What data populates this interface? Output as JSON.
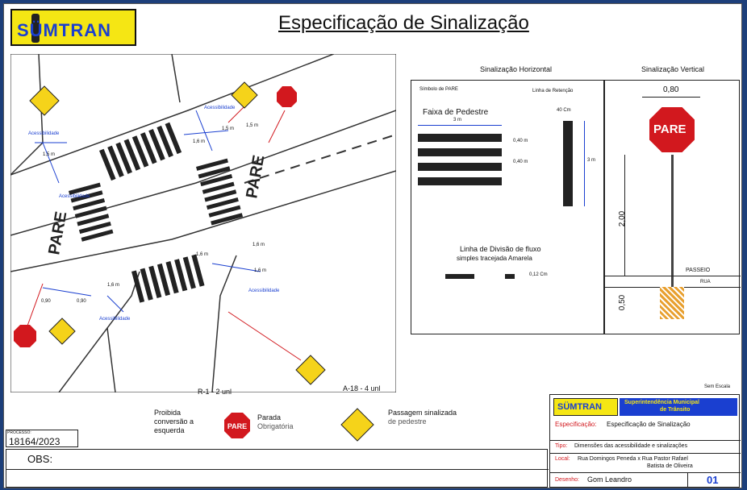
{
  "header": {
    "logo_text": "SÜMTRAN",
    "title": "Especificação de Sinalização"
  },
  "intersection": {
    "pare_texts": [
      "PARE",
      "PARE"
    ],
    "sign_label_r1": "R-1 - 2 unl",
    "sign_label_a18": "A-18 - 4 unl",
    "access_labels": [
      "Acessibilidade",
      "Acessibilidade",
      "Acessibilidade",
      "Acessibilidade",
      "Acessibilidade"
    ],
    "dims": [
      "1,5 m",
      "1,5 m",
      "1,5 m",
      "1,6 m",
      "1,6 m",
      "1,6 m",
      "1,6 m",
      "0,90",
      "0,90",
      "1,6 m"
    ]
  },
  "horizontal": {
    "title": "Sinalização Horizontal",
    "simbolo_label": "Símbolo de PARE",
    "linha_retencao": "Linha de Retenção",
    "faixa_title": "Faixa de Pedestre",
    "faixa_width": "3 m",
    "dim_040_a": "0,40 m",
    "dim_040_b": "0,40 m",
    "retencao_width": "40 Cm",
    "retencao_len": "3 m",
    "divisao_title": "Linha de Divisão de fluxo",
    "divisao_sub": "simples tracejada Amarela",
    "divisao_dim": "0,12 Cm"
  },
  "vertical": {
    "title": "Sinalização Vertical",
    "width_dim": "0,80",
    "sign_text": "PARE",
    "height_dim": "2,00",
    "base_dim": "0,50",
    "passeio": "PASSEIO",
    "rua": "RUA"
  },
  "scale_note": "Sem Escala",
  "legend": {
    "item1": "Proibida conversão a esquerda",
    "item2_a": "Parada",
    "item2_b": "Obrigatória",
    "pare": "PARE",
    "item3_a": "Passagem sinalizada",
    "item3_b": "de pedestre"
  },
  "processo": {
    "label": "PROCESSO:",
    "value": "18164/2023"
  },
  "obs": {
    "label": "OBS:"
  },
  "title_block": {
    "logo_text": "SÜMTRAN",
    "org_line1": "Superintendência Municipal",
    "org_line2": "de Trânsito",
    "espec_label": "Especificação:",
    "espec_value": "Especificação de Sinalização",
    "tipo_label": "Tipo:",
    "tipo_value": "Dimensões das acessibilidade e sinalizações",
    "local_label": "Local:",
    "local_value1": "Rua Domingos Peneda x Rua Pastor Rafael",
    "local_value2": "Batista de Oliveira",
    "desenho_label": "Desenho:",
    "desenho_value": "Gom Leandro",
    "number": "01"
  },
  "colors": {
    "accent_red": "#d2181e",
    "sign_yellow": "#f5d31a",
    "border_blue": "#1d3f7a"
  }
}
